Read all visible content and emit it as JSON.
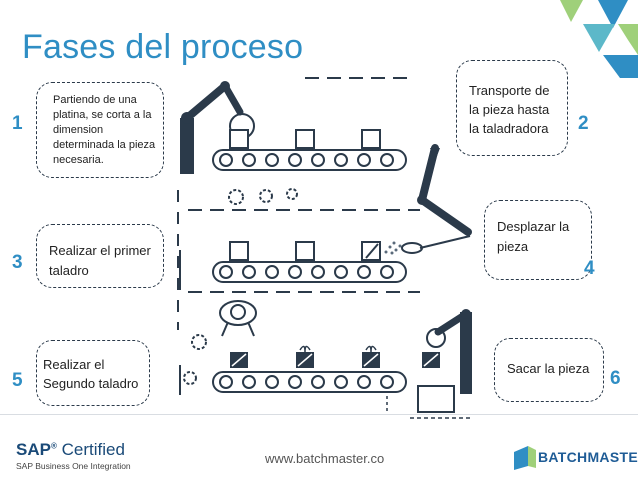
{
  "title": "Fases del proceso",
  "steps": [
    {
      "number": "1",
      "text": "Partiendo de una platina, se corta a la dimension determinada la pieza necesaria."
    },
    {
      "number": "2",
      "text": "Transporte de la pieza hasta la taladradora"
    },
    {
      "number": "3",
      "text": "Realizar el primer taladro"
    },
    {
      "number": "4",
      "text": "Desplazar la pieza"
    },
    {
      "number": "5",
      "text": "Realizar el Segundo taladro"
    },
    {
      "number": "6",
      "text": "Sacar la pieza"
    }
  ],
  "footer": {
    "sap_brand": "SAP",
    "sap_certified": "Certified",
    "sap_subtitle": "SAP Business One Integration",
    "url": "www.batchmaster.co",
    "brand_name": "BATCHMASTER"
  },
  "colors": {
    "accent": "#2f8ec4",
    "dark": "#2b3a4a",
    "corner_light": "#9fd07a",
    "corner_blue": "#2f8ec4",
    "corner_teal": "#5cb8c9"
  },
  "icons": [
    "robot-arm-icon",
    "conveyor-icon",
    "gear-icon",
    "gift-box-icon",
    "drill-icon",
    "worker-icon"
  ]
}
